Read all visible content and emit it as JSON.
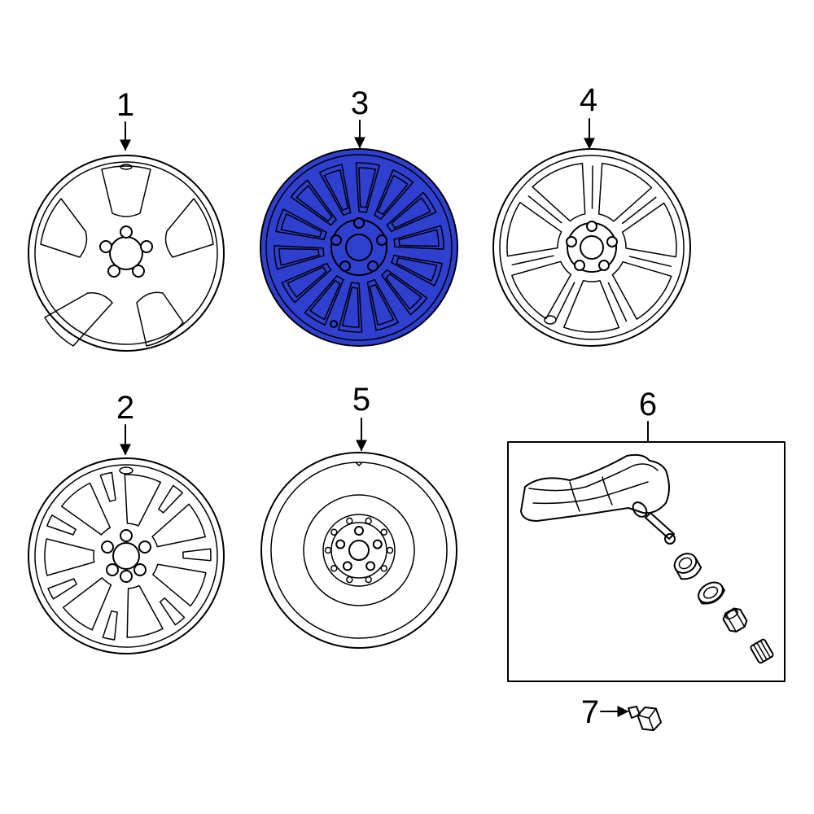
{
  "colors": {
    "highlight": "#2f3fd0",
    "line": "#000000",
    "background": "#ffffff"
  },
  "parts": [
    {
      "callout": "1"
    },
    {
      "callout": "2"
    },
    {
      "callout": "3",
      "highlighted": true
    },
    {
      "callout": "4"
    },
    {
      "callout": "5"
    },
    {
      "callout": "6"
    },
    {
      "callout": "7"
    }
  ]
}
